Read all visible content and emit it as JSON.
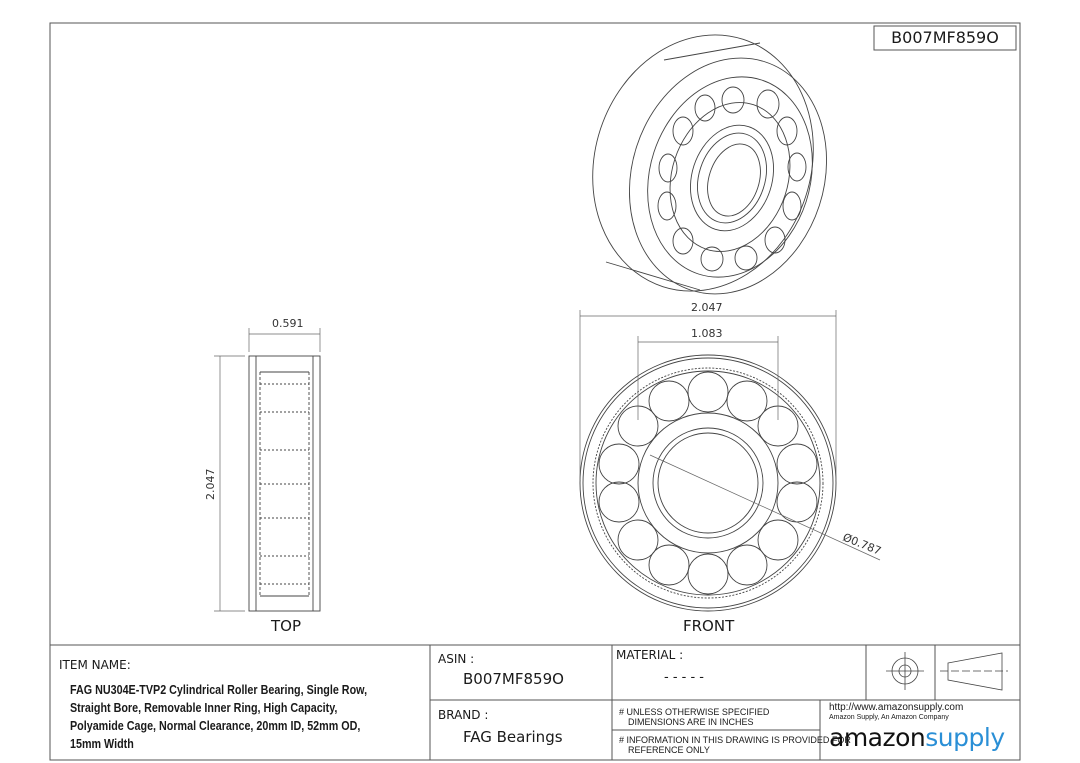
{
  "document": {
    "asin_box": "B007MF859O"
  },
  "views": {
    "top_label": "TOP",
    "front_label": "FRONT"
  },
  "dimensions": {
    "top_width": "0.591",
    "top_height": "2.047",
    "front_od": "2.047",
    "front_cage": "1.083",
    "front_bore": "Ø0.787"
  },
  "title_block": {
    "item_name_label": "ITEM NAME:",
    "item_name_value": "FAG NU304E-TVP2 Cylindrical Roller Bearing, Single Row, Straight Bore, Removable Inner Ring, High Capacity, Polyamide Cage, Normal Clearance, 20mm ID, 52mm OD, 15mm Width",
    "asin_label": "ASIN :",
    "asin_value": "B007MF859O",
    "brand_label": "BRAND :",
    "brand_value": "FAG Bearings",
    "material_label": "MATERIAL :",
    "material_value": "- - - - -",
    "note_1_line1": "# UNLESS OTHERWISE SPECIFIED",
    "note_1_line2": "DIMENSIONS ARE IN INCHES",
    "note_2_line1": "# INFORMATION IN THIS DRAWING IS PROVIDED FOR",
    "note_2_line2": "REFERENCE ONLY",
    "url": "http://www.amazonsupply.com",
    "company": "Amazon Supply, An Amazon Company",
    "logo_part1": "amazon",
    "logo_part2": "supply"
  }
}
